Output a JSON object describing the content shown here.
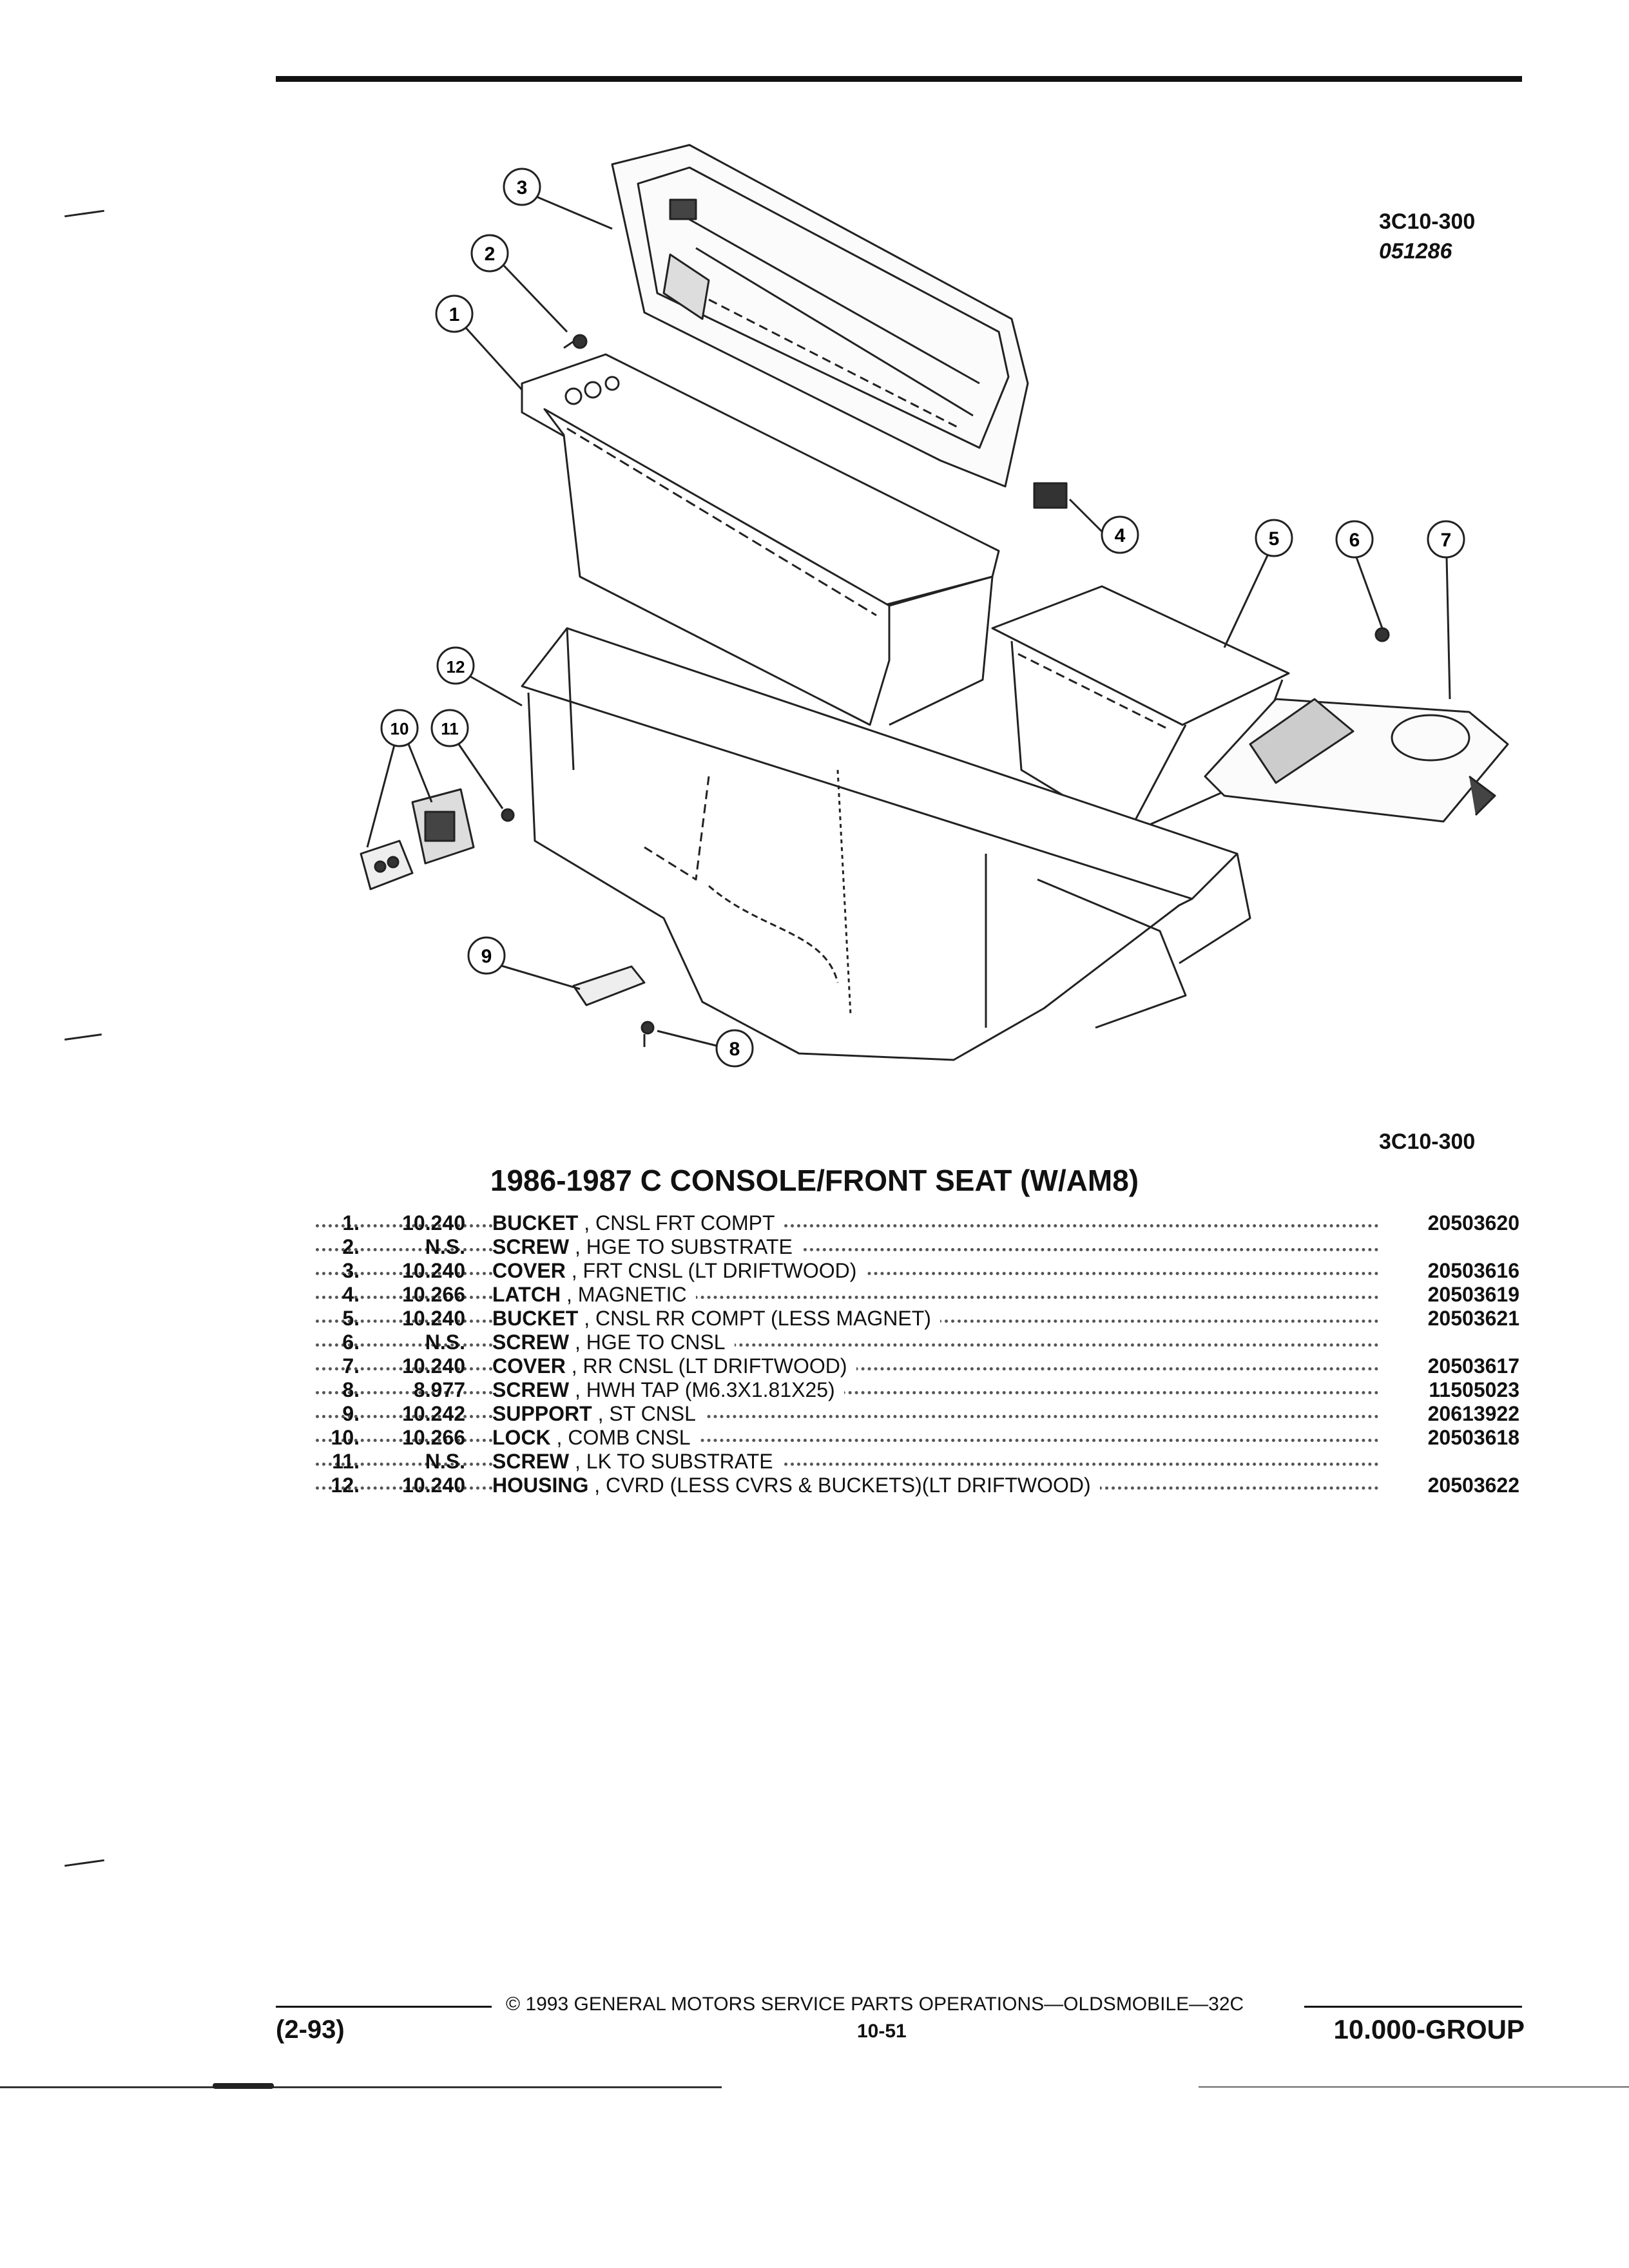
{
  "header": {
    "figure_code_top": "3C10-300",
    "figure_date": "051286",
    "figure_code_bottom": "3C10-300"
  },
  "callouts": [
    "1",
    "2",
    "3",
    "4",
    "5",
    "6",
    "7",
    "8",
    "9",
    "10",
    "11",
    "12"
  ],
  "title": "1986-1987 C CONSOLE/FRONT SEAT (W/AM8)",
  "parts": [
    {
      "num": "1.",
      "group": "10.240",
      "name": "BUCKET",
      "desc": ", CNSL FRT COMPT",
      "part": "20503620"
    },
    {
      "num": "2.",
      "group": "N.S.",
      "name": "SCREW",
      "desc": ", HGE TO SUBSTRATE",
      "part": ""
    },
    {
      "num": "3.",
      "group": "10.240",
      "name": "COVER",
      "desc": ", FRT CNSL (LT DRIFTWOOD)",
      "part": "20503616"
    },
    {
      "num": "4.",
      "group": "10.266",
      "name": "LATCH",
      "desc": ", MAGNETIC",
      "part": "20503619"
    },
    {
      "num": "5.",
      "group": "10.240",
      "name": "BUCKET",
      "desc": ", CNSL RR COMPT (LESS MAGNET)",
      "part": "20503621"
    },
    {
      "num": "6.",
      "group": "N.S.",
      "name": "SCREW",
      "desc": ", HGE TO CNSL",
      "part": ""
    },
    {
      "num": "7.",
      "group": "10.240",
      "name": "COVER",
      "desc": ", RR CNSL (LT DRIFTWOOD)",
      "part": "20503617"
    },
    {
      "num": "8.",
      "group": "8.977",
      "name": "SCREW",
      "desc": ", HWH TAP (M6.3X1.81X25)",
      "part": "11505023"
    },
    {
      "num": "9.",
      "group": "10.242",
      "name": "SUPPORT",
      "desc": ", ST CNSL",
      "part": "20613922"
    },
    {
      "num": "10.",
      "group": "10.266",
      "name": "LOCK",
      "desc": ", COMB CNSL",
      "part": "20503618"
    },
    {
      "num": "11.",
      "group": "N.S.",
      "name": "SCREW",
      "desc": ", LK TO SUBSTRATE",
      "part": ""
    },
    {
      "num": "12.",
      "group": "10.240",
      "name": "HOUSING",
      "desc": ", CVRD (LESS CVRS & BUCKETS)(LT DRIFTWOOD)",
      "part": "20503622"
    }
  ],
  "footer": {
    "date_code": "(2-93)",
    "copyright": "© 1993 GENERAL MOTORS SERVICE PARTS OPERATIONS—OLDSMOBILE—32C",
    "page_number": "10-51",
    "group": "10.000-GROUP"
  }
}
